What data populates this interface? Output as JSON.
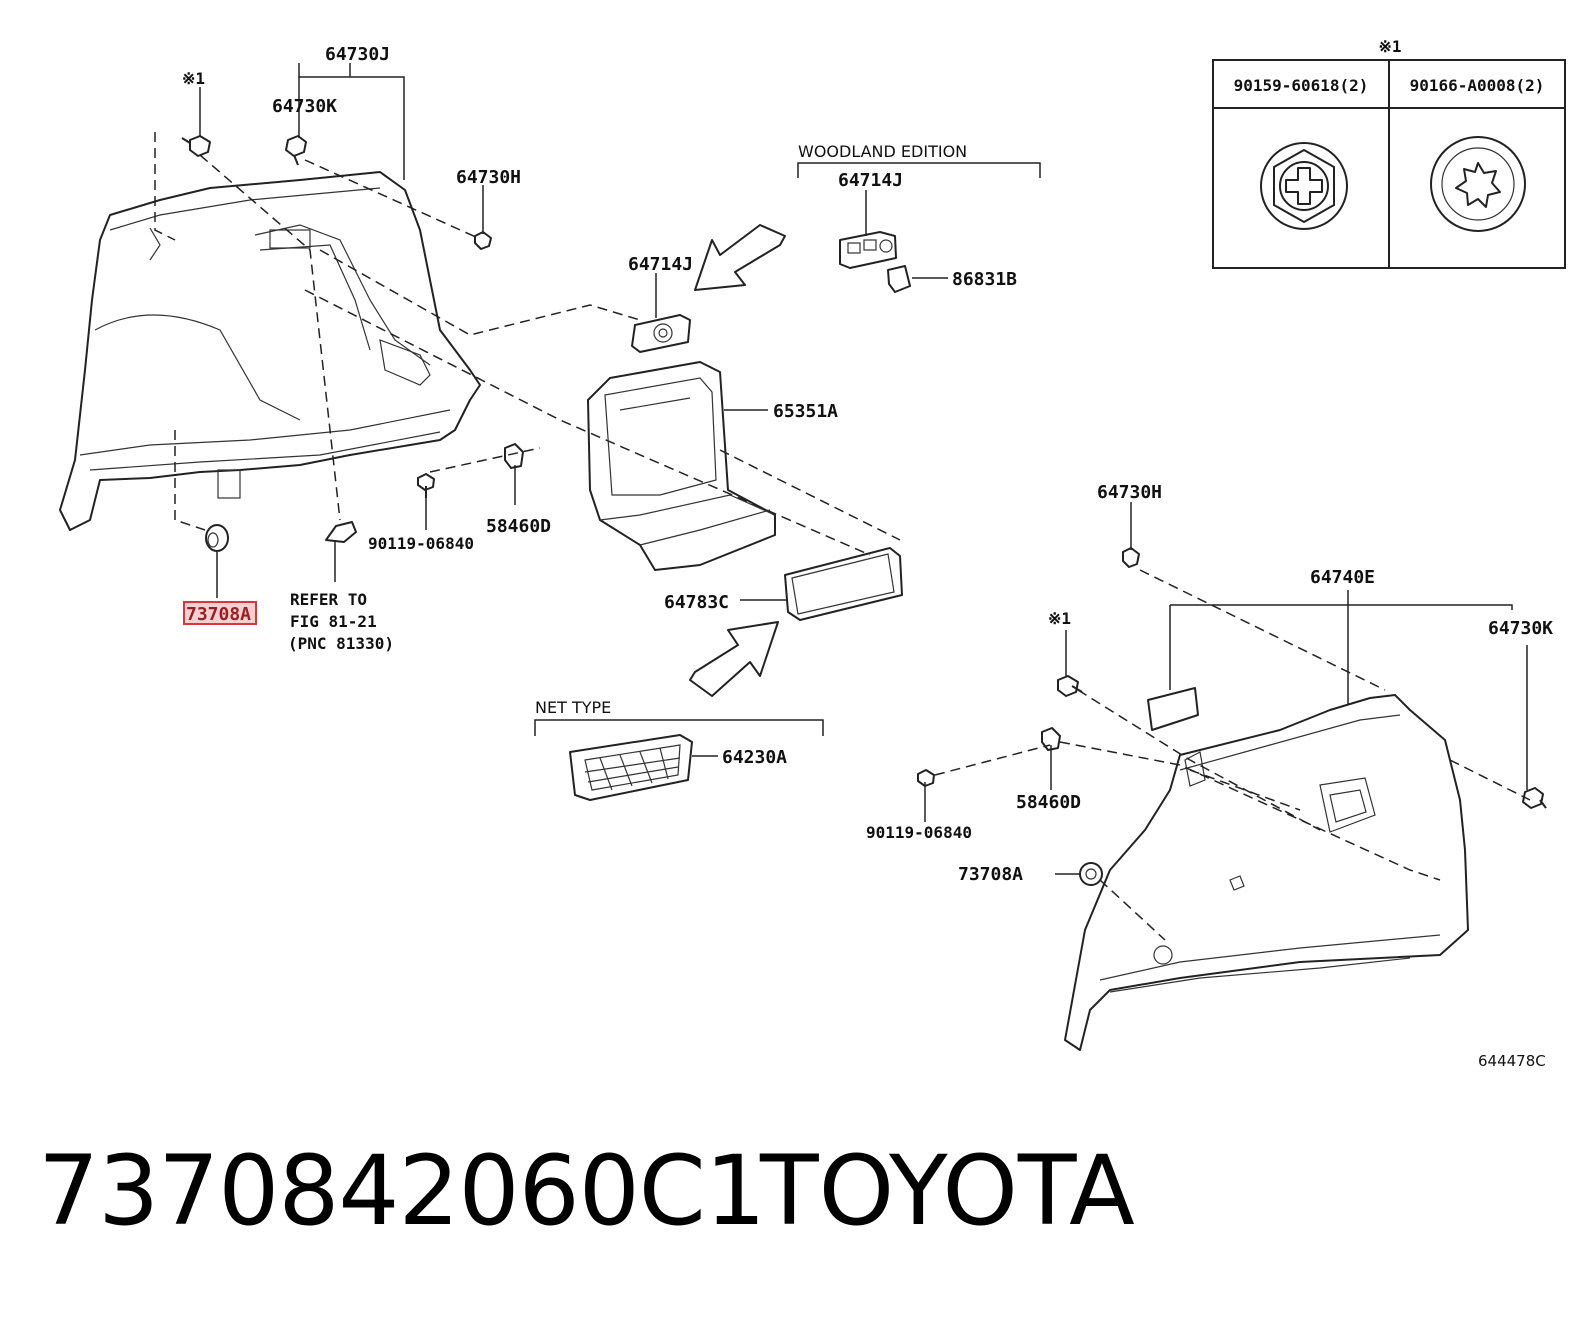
{
  "labels": {
    "p64730J": "64730J",
    "p64730K_top": "64730K",
    "p64730H_top": "64730H",
    "mark1_top": "※1",
    "woodland": "WOODLAND EDITION",
    "p64714J_right": "64714J",
    "p86831B": "86831B",
    "p64714J_mid": "64714J",
    "p65351A": "65351A",
    "p58460D_top": "58460D",
    "p90119_top": "90119-06840",
    "p73708A_top": "73708A",
    "refer1": "REFER TO",
    "refer2": "FIG 81-21",
    "refer3": "(PNC 81330)",
    "p64783C": "64783C",
    "net_type": "NET TYPE",
    "p64230A": "64230A",
    "p64730H_bot": "64730H",
    "p64740E": "64740E",
    "mark1_bot": "※1",
    "p64730K_bot": "64730K",
    "p58460D_bot": "58460D",
    "p90119_bot": "90119-06840",
    "p73708A_bot": "73708A",
    "fig_no": "644478C"
  },
  "inset": {
    "mark": "※1",
    "col1": "90159-60618(2)",
    "col2": "90166-A0008(2)"
  },
  "highlight_color": "#d9363e",
  "footer": {
    "part_number": "7370842060C1",
    "brand": "TOYOTA"
  }
}
